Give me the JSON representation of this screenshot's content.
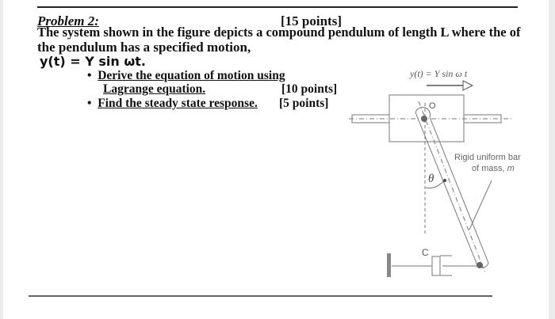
{
  "problem": {
    "title": "Problem 2:",
    "points": "[15 points]",
    "text_line1": "The system shown in the figure depicts a compound pendulum of length L where the of",
    "text_line2": "the pendulum has a specified motion,",
    "equation": "y(t) = Y sin ωt.",
    "tasks": [
      {
        "line1": "Derive the equation of motion using",
        "line2": "Lagrange equation.",
        "points": "[10 points]"
      },
      {
        "line1": "Find the steady state response.",
        "points": "[5 points]"
      }
    ]
  },
  "figure": {
    "input_label": "y(t) = Y sin ω t",
    "pivot_label": "O",
    "angle_label": "θ",
    "bar_label_line1": "Rigid uniform bar",
    "bar_label_line2": "of mass,",
    "mass_symbol": "m",
    "damper_label": "C"
  }
}
